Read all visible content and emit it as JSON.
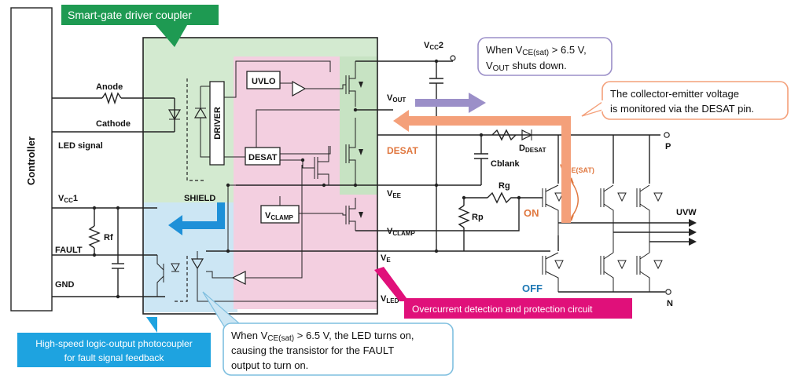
{
  "diagram": {
    "banner_top": "Smart-gate driver coupler",
    "banner_bottom": [
      "High-speed logic-output photocoupler",
      "for fault signal feedback"
    ],
    "banner_overcurrent": "Overcurrent detection and protection circuit",
    "controller": "Controller",
    "anode": "Anode",
    "cathode": "Cathode",
    "led_signal": "LED signal",
    "vcc1": "V",
    "vcc1_sub": "CC",
    "vcc1_num": "1",
    "rf": "Rf",
    "fault": "FAULT",
    "gnd": "GND",
    "shield": "SHIELD",
    "driver": "DRIVER",
    "uvlo": "UVLO",
    "desat_box": "DESAT",
    "vclamp_box_v": "V",
    "vclamp_box_sub": "CLAMP",
    "pin_vcc2_v": "V",
    "pin_vcc2_sub": "CC",
    "pin_vcc2_num": "2",
    "pin_vout_v": "V",
    "pin_vout_sub": "OUT",
    "pin_desat": "DESAT",
    "pin_vee_v": "V",
    "pin_vee_sub": "EE",
    "pin_vclamp_v": "V",
    "pin_vclamp_sub": "CLAMP",
    "pin_ve_v": "V",
    "pin_ve_sub": "E",
    "pin_vled_v": "V",
    "pin_vled_sub": "LED",
    "ddesat_d": "D",
    "ddesat_sub": "DESAT",
    "cblank": "Cblank",
    "rg": "Rg",
    "rp": "Rp",
    "vcesat_v": "V",
    "vcesat_sub": "CE(SAT)",
    "on": "ON",
    "off": "OFF",
    "p": "P",
    "n": "N",
    "uvw": "UVW",
    "callout_shutdown": [
      "When V",
      "CE(sat)",
      " > 6.5 V,",
      "V",
      "OUT",
      " shuts down."
    ],
    "callout_monitor": [
      "The collector-emitter voltage",
      "is monitored via the DESAT pin."
    ],
    "callout_fault": [
      "When V",
      "CE(sat)",
      " > 6.5 V, the LED turns on,",
      "causing the transistor for the FAULT",
      "output to turn on."
    ],
    "colors": {
      "green_banner": "#1e9a52",
      "green_zone": "#d3ead0",
      "pink_zone": "#f3cfe0",
      "blue_zone": "#cce6f4",
      "blue_banner": "#1ea3e0",
      "magenta_banner": "#e0107a",
      "orange_arrow": "#f4a07a",
      "purple_arrow": "#9b8fc8",
      "desat_text": "#e07840",
      "on_text": "#e07840",
      "off_text": "#1e78b4"
    }
  }
}
